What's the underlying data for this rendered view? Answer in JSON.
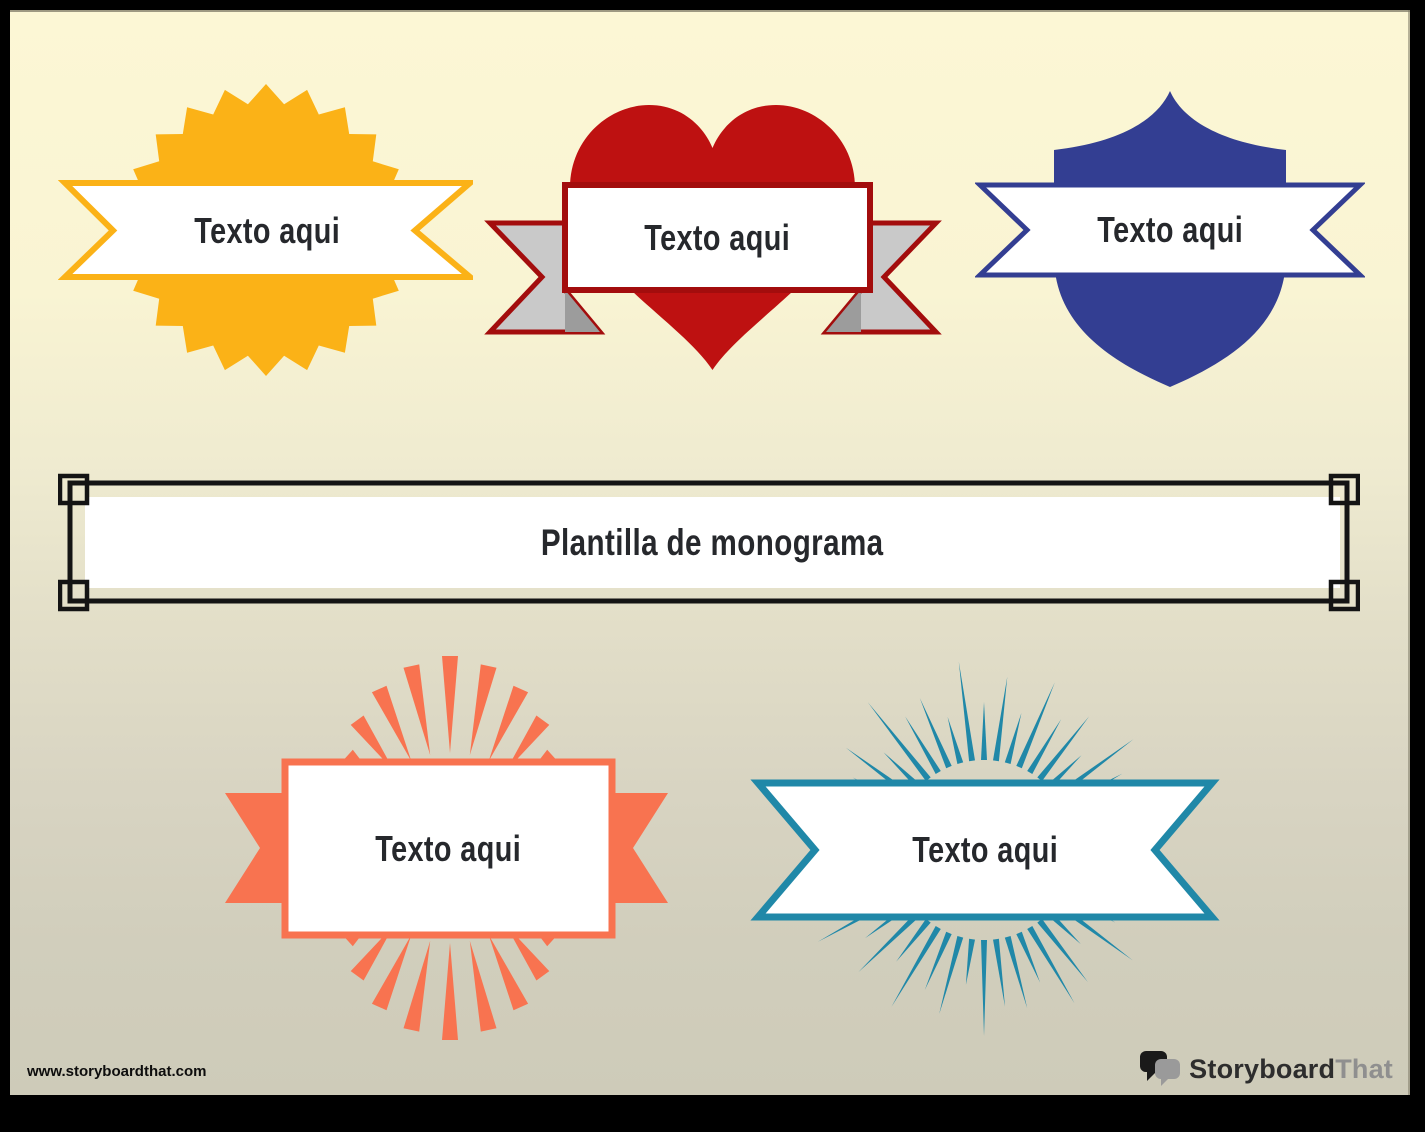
{
  "page": {
    "title": "Plantilla de monograma"
  },
  "badges": [
    {
      "name": "seal-badge",
      "label": "Texto aqui"
    },
    {
      "name": "heart-badge",
      "label": "Texto aqui"
    },
    {
      "name": "shield-badge",
      "label": "Texto aqui"
    },
    {
      "name": "sunburst-badge",
      "label": "Texto aqui"
    },
    {
      "name": "starburst-badge",
      "label": "Texto aqui"
    }
  ],
  "footer": {
    "watermark": "www.storyboardthat.com",
    "logo": {
      "primary": "Storyboard",
      "secondary": "That"
    }
  },
  "colors": {
    "yellow": "#FBB217",
    "red": "#BE1111",
    "red-dark": "#A30D0D",
    "gray": "#C9C9C9",
    "gray-dark": "#9C9C9C",
    "navy": "#333E92",
    "orange": "#F87350",
    "teal": "#2088A8",
    "ink": "#26282C",
    "frame": "#141414",
    "bg-top": "#FCF7D5",
    "bg-bottom": "#CECBB9"
  }
}
